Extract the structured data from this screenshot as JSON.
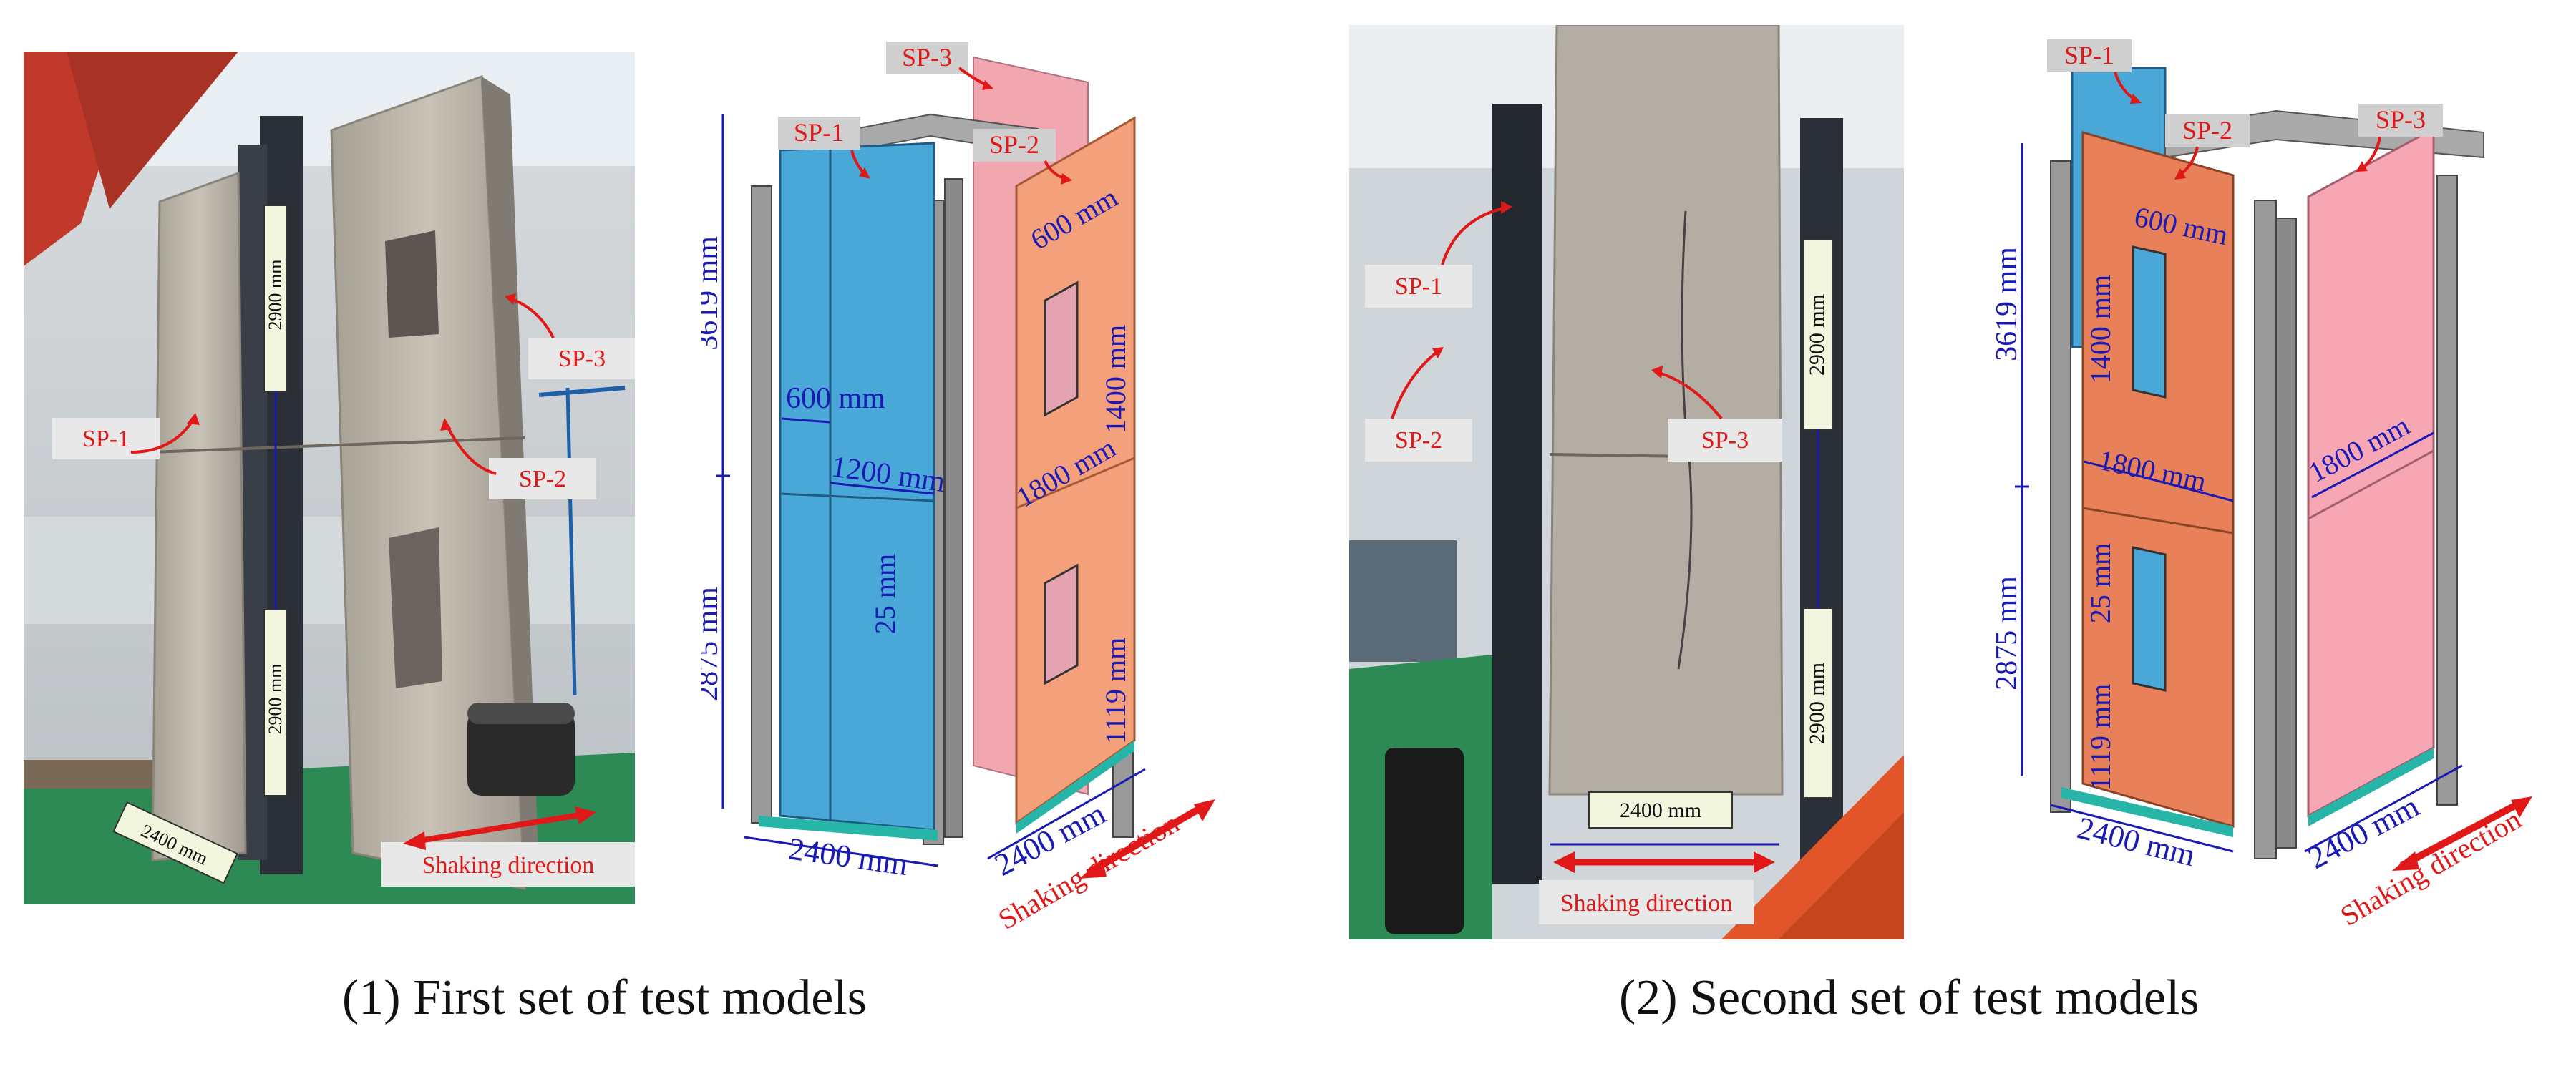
{
  "set1": {
    "caption": "(1) First set of test models",
    "photo": {
      "labels": [
        "SP-1",
        "SP-2",
        "SP-3"
      ],
      "dims": [
        "2900 mm",
        "2900 mm",
        "2400 mm"
      ],
      "shaking": "Shaking direction"
    },
    "model": {
      "labels": [
        "SP-1",
        "SP-2",
        "SP-3"
      ],
      "height_upper": "3619 mm",
      "height_lower": "2875 mm",
      "dims": [
        "600 mm",
        "1200 mm",
        "25 mm",
        "600 mm",
        "1400 mm",
        "1800 mm",
        "1119 mm",
        "2400 mm",
        "2400 mm"
      ],
      "shaking": "Shaking direction"
    }
  },
  "set2": {
    "caption": "(2) Second set of test models",
    "photo": {
      "labels": [
        "SP-1",
        "SP-2",
        "SP-3"
      ],
      "dims": [
        "2900 mm",
        "2900 mm",
        "2400 mm"
      ],
      "shaking": "Shaking direction"
    },
    "model": {
      "labels": [
        "SP-1",
        "SP-2",
        "SP-3"
      ],
      "height_upper": "3619 mm",
      "height_lower": "2875 mm",
      "dims": [
        "600 mm",
        "1400 mm",
        "1800 mm",
        "1800 mm",
        "25 mm",
        "1119 mm",
        "2400 mm",
        "2400 mm"
      ],
      "shaking": "Shaking direction"
    }
  },
  "colors": {
    "blue_panel": "#4aa8d8",
    "orange_panel": "#f4a07a",
    "orange_panel_2": "#e8805a",
    "pink_panel": "#f2a6b0",
    "dim_blue": "#1a1ab4",
    "label_red": "#e01818",
    "steel": "#9a9a9a"
  }
}
